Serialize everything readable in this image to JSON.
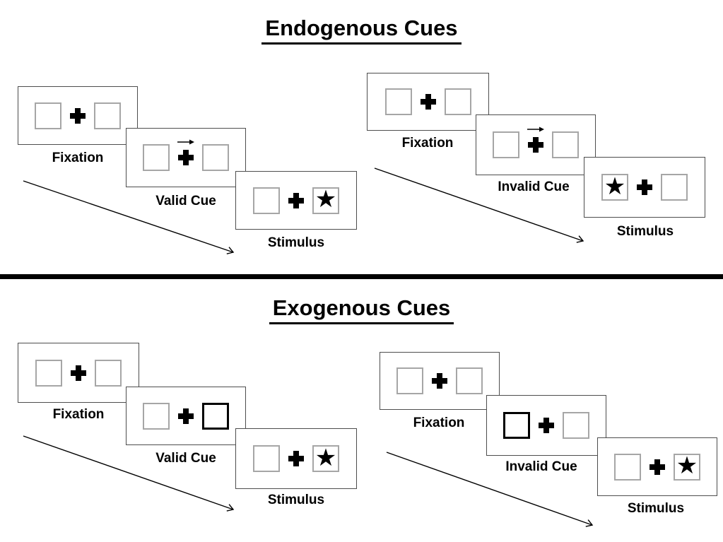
{
  "diagram_type": "posner-cueing-paradigm",
  "glyphs": {
    "star": "★"
  },
  "colors": {
    "ink": "#000000",
    "panel_border": "#4d4d4d",
    "box_border": "#a6a6a6",
    "background": "#ffffff",
    "divider": "#000000"
  },
  "sections": [
    {
      "title": "Endogenous Cues",
      "sequences": [
        {
          "type": "valid",
          "panels": [
            {
              "label": "Fixation",
              "cue": "none",
              "star": "none"
            },
            {
              "label": "Valid Cue",
              "cue": "arrow-right",
              "star": "none"
            },
            {
              "label": "Stimulus",
              "cue": "none",
              "star": "right"
            }
          ]
        },
        {
          "type": "invalid",
          "panels": [
            {
              "label": "Fixation",
              "cue": "none",
              "star": "none"
            },
            {
              "label": "Invalid Cue",
              "cue": "arrow-right",
              "star": "none"
            },
            {
              "label": "Stimulus",
              "cue": "none",
              "star": "left"
            }
          ]
        }
      ]
    },
    {
      "title": "Exogenous Cues",
      "sequences": [
        {
          "type": "valid",
          "panels": [
            {
              "label": "Fixation",
              "cue": "none",
              "star": "none"
            },
            {
              "label": "Valid Cue",
              "cue": "bold-box-right",
              "star": "none"
            },
            {
              "label": "Stimulus",
              "cue": "none",
              "star": "right"
            }
          ]
        },
        {
          "type": "invalid",
          "panels": [
            {
              "label": "Fixation",
              "cue": "none",
              "star": "none"
            },
            {
              "label": "Invalid Cue",
              "cue": "bold-box-left",
              "star": "none"
            },
            {
              "label": "Stimulus",
              "cue": "none",
              "star": "right"
            }
          ]
        }
      ]
    }
  ]
}
